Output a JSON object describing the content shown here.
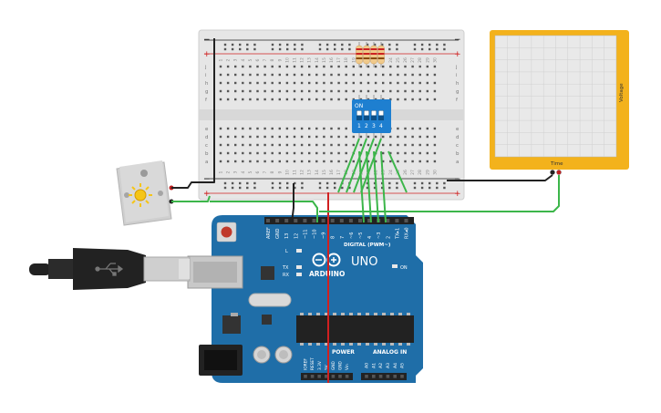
{
  "breadboard": {
    "rail_plus": "+",
    "rail_minus": "−",
    "row_letters_top": [
      "j",
      "i",
      "h",
      "g",
      "f"
    ],
    "row_letters_bottom": [
      "e",
      "d",
      "c",
      "b",
      "a"
    ],
    "column_count": 30
  },
  "dip_switch": {
    "on_label": "ON",
    "switch_numbers": [
      "1",
      "2",
      "3",
      "4"
    ]
  },
  "plotter": {
    "x_label": "Time",
    "y_label": "Voltage"
  },
  "arduino": {
    "brand": "ARDUINO",
    "model": "UNO",
    "digital_label": "DIGITAL (PWM~)",
    "power_label": "POWER",
    "analog_label": "ANALOG IN",
    "on_label": "ON",
    "led_l": "L",
    "led_tx": "TX",
    "led_rx": "RX",
    "digital_pins": [
      "AREF",
      "GND",
      "13",
      "12",
      "~11",
      "~10",
      "~9",
      "8",
      "7",
      "~6",
      "~5",
      "4",
      "~3",
      "2",
      "TX▸1",
      "RX◂0"
    ],
    "power_pins": [
      "IOREF",
      "RESET",
      "3.3V",
      "5V",
      "GND",
      "GND",
      "Vin"
    ],
    "analog_pins": [
      "A0",
      "A1",
      "A2",
      "A3",
      "A4",
      "A5"
    ]
  },
  "colors": {
    "breadboard": "#e6e6e6",
    "plotter_frame": "#f3b21c",
    "arduino": "#1f6ea8",
    "wire_green": "#3cb64a",
    "wire_black": "#222222",
    "wire_red": "#d02020",
    "dip_switch": "#1e7fd0"
  }
}
